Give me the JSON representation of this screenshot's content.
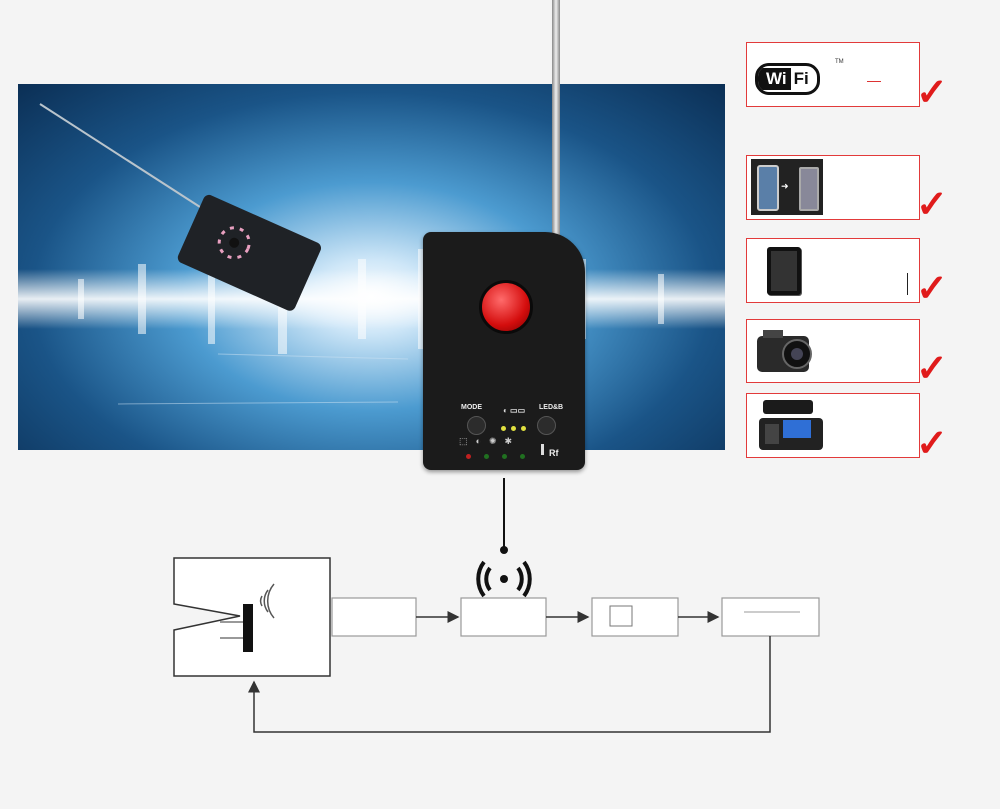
{
  "device": {
    "mode_label": "MODE",
    "led_label": "LED&B",
    "rf_label": "Rf"
  },
  "detect_list": {
    "wifi_logo": {
      "left": "Wi",
      "right": "Fi",
      "tm": "TM"
    },
    "items": [
      {
        "icon": "wifi-logo-icon"
      },
      {
        "icon": "sms-phone-icon"
      },
      {
        "icon": "tablet-icon"
      },
      {
        "icon": "mini-camera-icon"
      },
      {
        "icon": "gps-tracker-case-icon"
      }
    ],
    "check_color": "#e01b1b"
  },
  "colors": {
    "banner_dark": "#0b2f55",
    "banner_light": "#cfe7f8",
    "device_body": "#1b1b1b",
    "lens_red": "#d40d0d",
    "box_border": "#e23a3a"
  }
}
